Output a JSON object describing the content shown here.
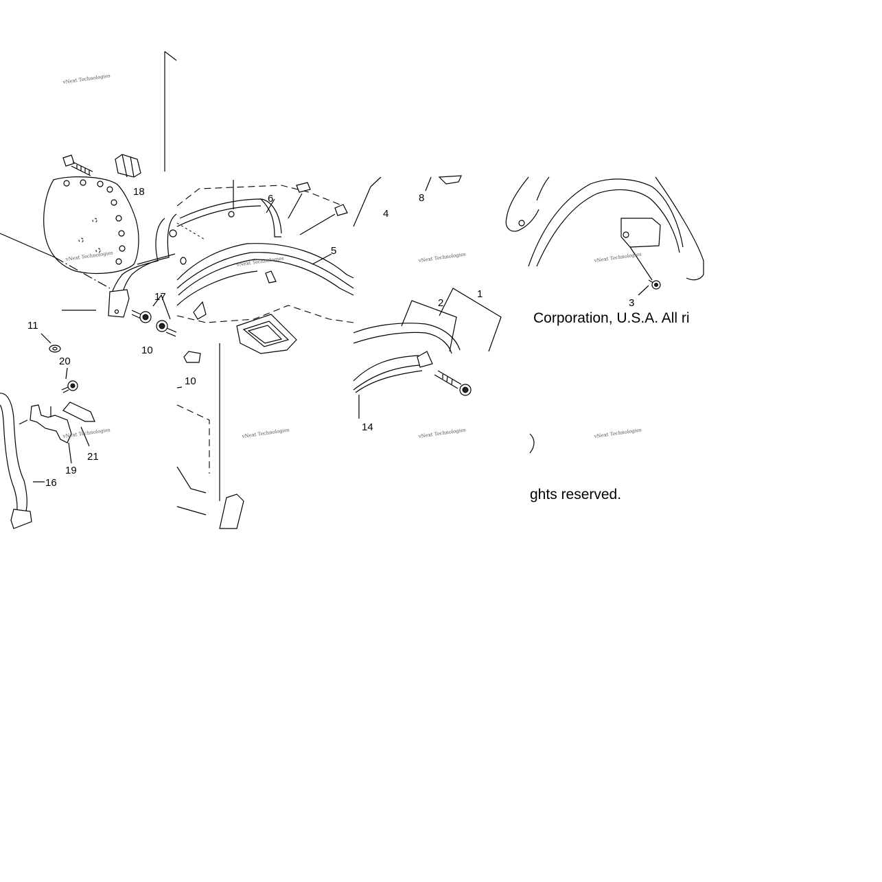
{
  "diagram": {
    "callouts": [
      {
        "id": "c1",
        "label": "1"
      },
      {
        "id": "c2",
        "label": "2"
      },
      {
        "id": "c3",
        "label": "3"
      },
      {
        "id": "c4",
        "label": "4"
      },
      {
        "id": "c5",
        "label": "5"
      },
      {
        "id": "c6",
        "label": "6"
      },
      {
        "id": "c8",
        "label": "8"
      },
      {
        "id": "c10a",
        "label": "10"
      },
      {
        "id": "c10b",
        "label": "10"
      },
      {
        "id": "c11",
        "label": "11"
      },
      {
        "id": "c14",
        "label": "14"
      },
      {
        "id": "c16",
        "label": "16"
      },
      {
        "id": "c17",
        "label": "17"
      },
      {
        "id": "c18",
        "label": "18"
      },
      {
        "id": "c19",
        "label": "19"
      },
      {
        "id": "c20",
        "label": "20"
      },
      {
        "id": "c21",
        "label": "21"
      }
    ],
    "watermark": "vNext Technologies",
    "copyright_part1": "Corporation, U.S.A. All ri",
    "copyright_part2": "ghts reserved."
  }
}
